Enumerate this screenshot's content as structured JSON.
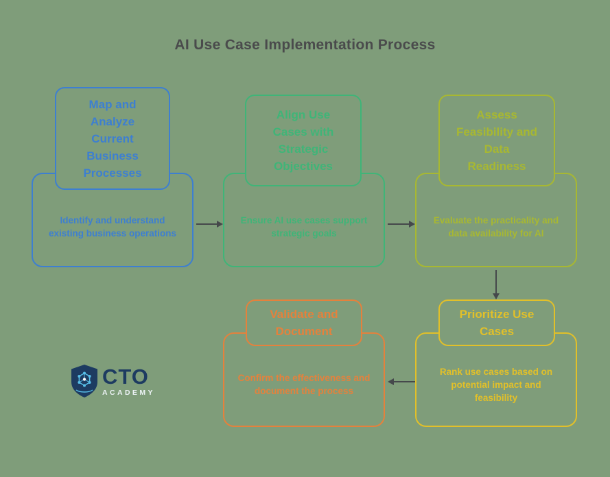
{
  "title": "AI Use Case Implementation Process",
  "colors": {
    "background": "#7f9d7a",
    "title_text": "#4a4b4c",
    "arrow": "#45484b"
  },
  "nodes": [
    {
      "id": "map-analyze-processes",
      "header": "Map and Analyze Current Business Processes",
      "body": "Identify and understand existing business operations",
      "color": "#3d7fd1"
    },
    {
      "id": "align-use-cases",
      "header": "Align Use Cases with Strategic Objectives",
      "body": "Ensure AI use cases support strategic goals",
      "color": "#3fb578"
    },
    {
      "id": "assess-feasibility",
      "header": "Assess Feasibility and Data Readiness",
      "body": "Evaluate the practicality and data availability for AI",
      "color": "#a8b831"
    },
    {
      "id": "prioritize-use-cases",
      "header": "Prioritize Use Cases",
      "body": "Rank use cases based on potential impact and feasibility",
      "color": "#e2c029"
    },
    {
      "id": "validate-document",
      "header": "Validate and Document",
      "body": "Confirm the effectiveness and document the process",
      "color": "#e5813c"
    }
  ],
  "arrows": [
    {
      "from": "map-analyze-processes",
      "to": "align-use-cases",
      "direction": "right"
    },
    {
      "from": "align-use-cases",
      "to": "assess-feasibility",
      "direction": "right"
    },
    {
      "from": "assess-feasibility",
      "to": "prioritize-use-cases",
      "direction": "down"
    },
    {
      "from": "prioritize-use-cases",
      "to": "validate-document",
      "direction": "left"
    }
  ],
  "logo": {
    "name": "CTO Academy",
    "line1": "CTO",
    "line2": "ACADEMY"
  }
}
